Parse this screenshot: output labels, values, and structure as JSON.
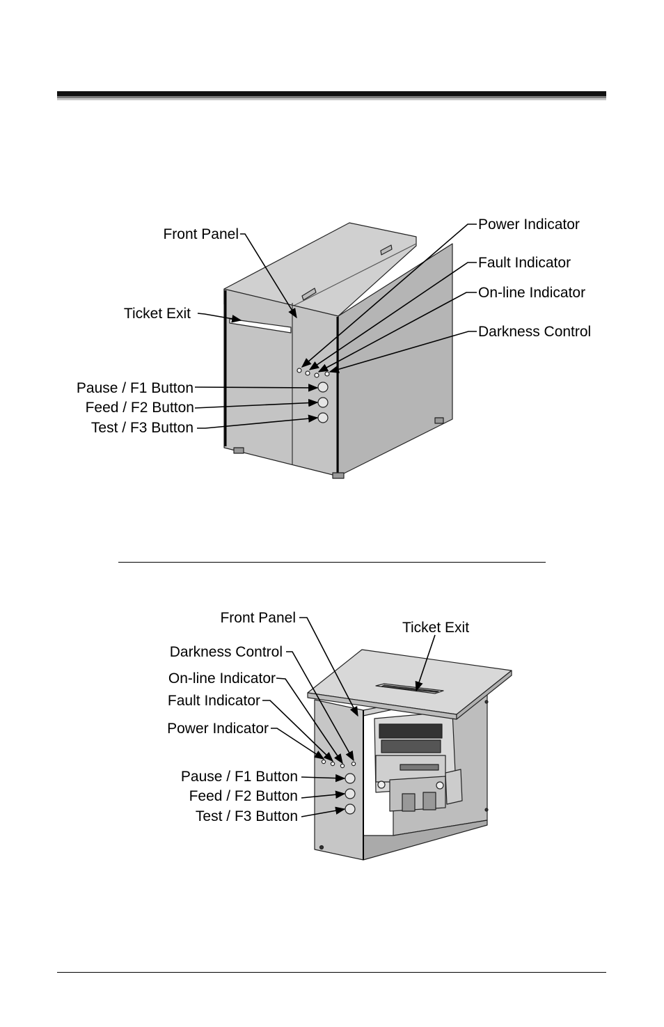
{
  "figure1": {
    "callouts": {
      "front_panel": "Front Panel",
      "ticket_exit": "Ticket Exit",
      "power_indicator": "Power Indicator",
      "fault_indicator": "Fault Indicator",
      "online_indicator": "On-line Indicator",
      "darkness_control": "Darkness Control",
      "pause_button": "Pause / F1 Button",
      "feed_button": "Feed / F2 Button",
      "test_button": "Test / F3 Button"
    }
  },
  "figure2": {
    "callouts": {
      "front_panel": "Front Panel",
      "ticket_exit": "Ticket Exit",
      "darkness_control": "Darkness Control",
      "online_indicator": "On-line Indicator",
      "fault_indicator": "Fault Indicator",
      "power_indicator": "Power Indicator",
      "pause_button": "Pause / F1 Button",
      "feed_button": "Feed / F2 Button",
      "test_button": "Test / F3 Button"
    }
  },
  "colors": {
    "body": "#bfbfbf",
    "top": "#d0d0d0",
    "side": "#b5b5b5",
    "outline": "#222222"
  }
}
